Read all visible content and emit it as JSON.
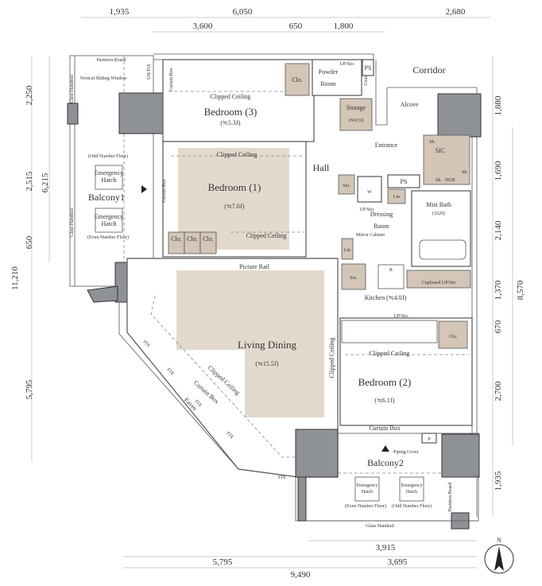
{
  "dimensions": {
    "top_row1": [
      "1,935",
      "6,050",
      "2,680"
    ],
    "top_row2": [
      "3,600",
      "650",
      "1,800"
    ],
    "left": [
      "2,250",
      "2,515",
      "6,215",
      "650",
      "11,210",
      "5,795"
    ],
    "right": [
      "1,880",
      "1,690",
      "2,140",
      "1,370",
      "8,570",
      "670",
      "2,700",
      "1,935"
    ],
    "bottom": [
      "3,915",
      "5,795",
      "3,695",
      "9,490"
    ]
  },
  "rooms": {
    "bedroom3": {
      "name": "Bedroom (3)",
      "size": "(≒5.3J)"
    },
    "bedroom1": {
      "name": "Bedroom (1)",
      "size": "(≒7.0J)"
    },
    "bedroom2": {
      "name": "Bedroom (2)",
      "size": "(≒6.1J)"
    },
    "living": {
      "name": "Living Dining",
      "size": "(≒15.5J)"
    },
    "kitchen": "Kitchen (≒4.0J)",
    "storage": {
      "name": "Storage",
      "size": "(≒0.5J)"
    },
    "powder": [
      "Powder",
      "Room"
    ],
    "dressing": [
      "Dressing",
      "Room"
    ],
    "mist_bath": {
      "name": "Mist Bath",
      "size": "(1620)"
    },
    "hall": "Hall",
    "entrance": "Entrance",
    "alcove": "Alcove",
    "corridor": "Corridor",
    "sic": "SIC",
    "balcony1": "Balcony1",
    "balcony2": "Balcony2"
  },
  "labels": {
    "clipped_ceiling": "Clipped Ceiling",
    "curtain_box": "Curtain Box",
    "picture_rail": "Picture Rail",
    "eaves": "Eaves",
    "fix": "FIX",
    "clo": "Clo.",
    "sto": "Sto.",
    "lin": "Lin",
    "ps": "PS",
    "p": "P",
    "w": "W",
    "r": "R",
    "sh": "Sh.",
    "hub": "HUB",
    "partition_board": "Partition Board",
    "vertical_sliding_window": "Vertical Sliding Window",
    "glass_handrail": "Glass Handrail",
    "emergency_hatch": [
      "Emergency",
      "Hatch"
    ],
    "odd_floor": "(Odd Number Floor)",
    "even_floor": "(Even Number Floor)",
    "piping_cover": "Piping Cover",
    "mirror_cabinet": "Mirror Cabinet",
    "cupboard": "Cupboard UP/Sto",
    "up_sto": "UP/Sto.",
    "counter": "Counter",
    "un_fix": "UN/FIX"
  },
  "compass": {
    "label": "N"
  }
}
